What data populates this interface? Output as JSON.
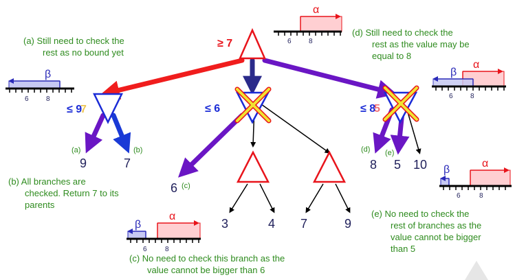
{
  "colors": {
    "node_stroke": "#e8141b",
    "min_node_stroke": "#1a2bd6",
    "note_text": "#2e8b1e",
    "alpha_fill": "#ffcfd2",
    "alpha_stroke": "#e8141b",
    "beta_fill": "#c7c9f3",
    "beta_stroke": "#2a2ab8",
    "cross_fill": "#f2e330",
    "arrow_red": "#f01d1d",
    "arrow_purple": "#6a16c4",
    "arrow_blue": "#1a3ad6",
    "arrow_navy": "#2a2a8a"
  },
  "root": {
    "label": "≥ 7"
  },
  "min_nodes": {
    "left": {
      "label": "≤ 9",
      "overlay_label": "7"
    },
    "middle": {
      "label": "≤ 6"
    },
    "right": {
      "label": "≤ 8",
      "overlay_label": "5"
    }
  },
  "leaves": {
    "left_a": "9",
    "left_b": "7",
    "mid_c": "6",
    "mm1_a": "3",
    "mm1_b": "4",
    "mm2_a": "7",
    "mm2_b": "9",
    "right_d": "8",
    "right_e": "5",
    "right_f": "10"
  },
  "tags": {
    "a_left": "(a)",
    "b_left": "(b)",
    "c_mid": "(c)",
    "d_right": "(d)",
    "e_right": "(e)"
  },
  "notes": {
    "a": [
      "(a) Still need to check the",
      "rest as no bound yet"
    ],
    "b": [
      "(b) All branches are",
      "checked. Return 7 to its",
      "parents"
    ],
    "c": [
      "(c) No need to check this branch as the",
      "value cannot be bigger than 6"
    ],
    "d": [
      "(d) Still need to check the",
      "rest as the value may be",
      "equal to 8"
    ],
    "e": [
      "(e) No need to check the",
      "rest of branches as the",
      "value cannot be bigger",
      "than 5"
    ]
  },
  "scales": {
    "top": {
      "alpha": "α",
      "ticks": [
        "6",
        "8"
      ]
    },
    "left": {
      "beta": "β",
      "ticks": [
        "6",
        "8"
      ]
    },
    "bottom": {
      "alpha": "α",
      "beta": "β",
      "ticks": [
        "6",
        "8"
      ]
    },
    "right_upper": {
      "alpha": "α",
      "beta": "β",
      "ticks": [
        "6",
        "8"
      ]
    },
    "right_lower": {
      "alpha": "α",
      "beta": "β",
      "ticks": [
        "6",
        "8"
      ]
    }
  }
}
